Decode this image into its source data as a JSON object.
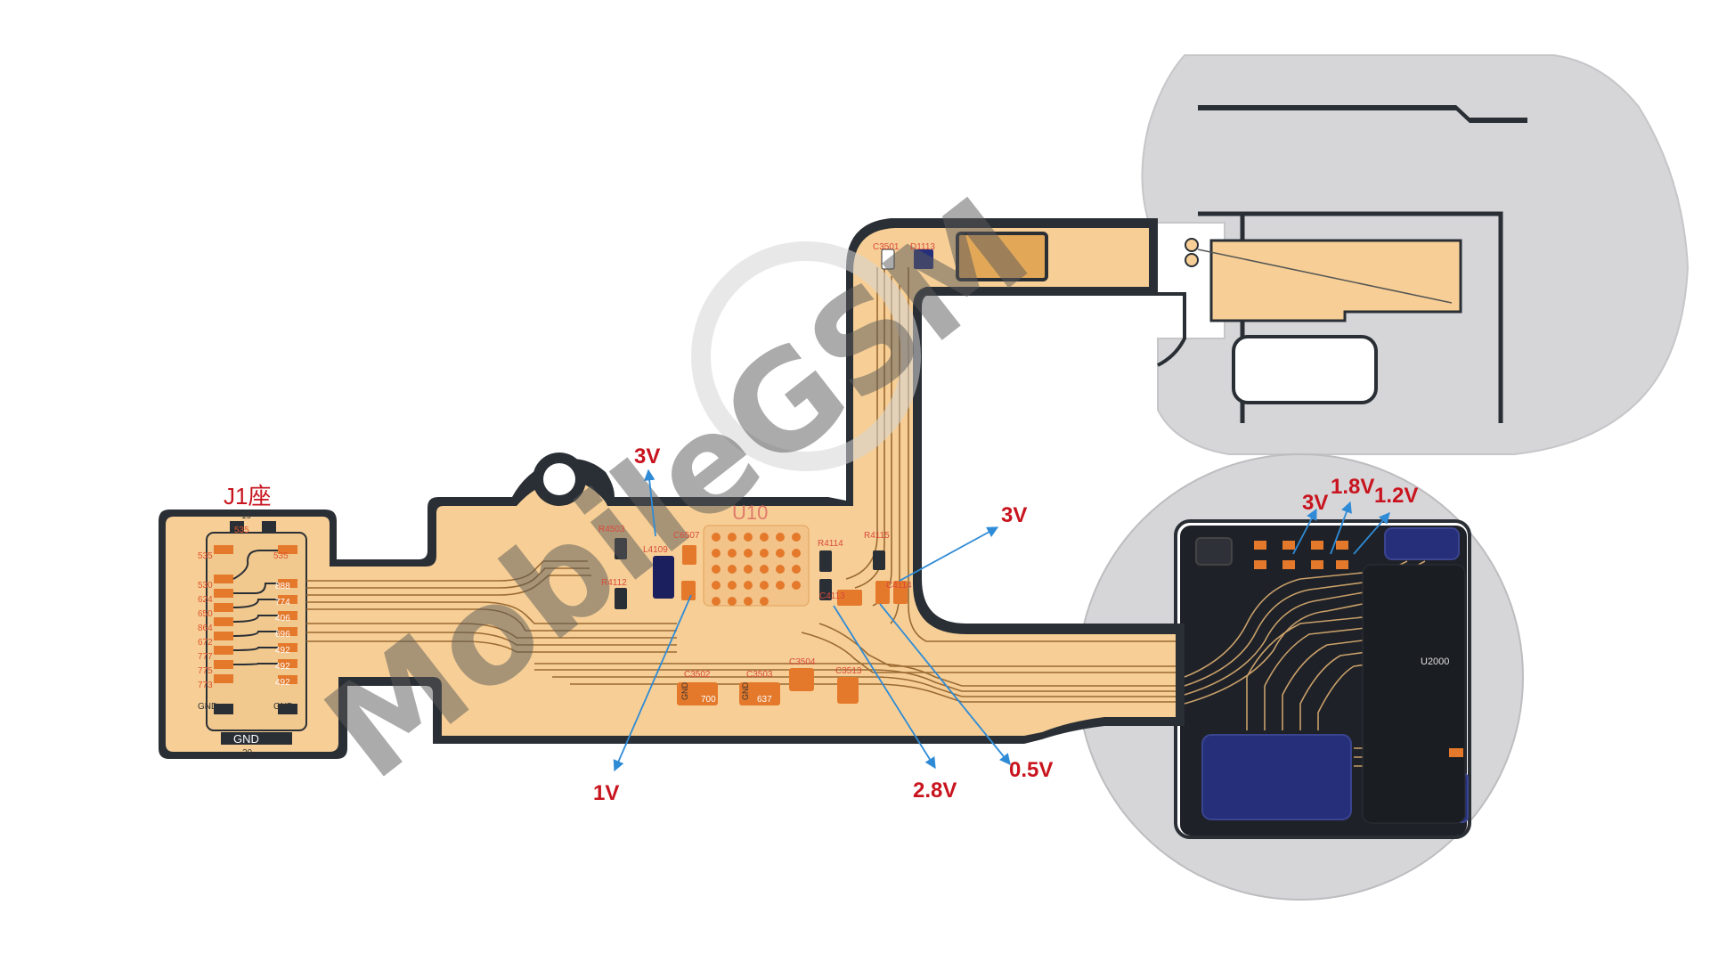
{
  "connector": {
    "title": "J1座",
    "pin_top": "19",
    "pin_top_net": "535",
    "pin_bottom": "20",
    "pin_bottom_net": "GND",
    "left_pins": [
      "535",
      "530",
      "624",
      "650",
      "864",
      "672",
      "777",
      "775",
      "773",
      "GND"
    ],
    "right_pins": [
      "535",
      "888",
      "774",
      "406",
      "696",
      "492",
      "492",
      "492",
      "GND"
    ]
  },
  "chips": {
    "u10": "U10",
    "u2000": "U2000"
  },
  "components": {
    "r4503": "R4503",
    "r4112": "R4112",
    "l4109": "L4109",
    "c6507": "C6507",
    "c3502": "C3502",
    "c3503": "C3503",
    "c3504": "C3504",
    "c4114": "C4114",
    "r4115": "R4115",
    "c4113": "C4113",
    "r4114": "R4114",
    "c3513": "C3513",
    "d1113": "D1113",
    "c3501": "C3501",
    "net_700": "700",
    "net_637": "637",
    "gnd": "GND"
  },
  "voltages": {
    "v3_top": "3V",
    "v1": "1V",
    "v3_right": "3V",
    "v28": "2.8V",
    "v05": "0.5V",
    "v3_u": "3V",
    "v18": "1.8V",
    "v12": "1.2V"
  },
  "watermark": "MobileGSM",
  "colors": {
    "flex": "#f7cf96",
    "outline": "#2a2f35",
    "trace": "#9a6a32",
    "capacitor": "#e4792b",
    "chip_blue": "#26307a",
    "grey_board": "#d6d6d9",
    "arrow": "#2f8bd6",
    "voltage_text": "#c8141e"
  }
}
